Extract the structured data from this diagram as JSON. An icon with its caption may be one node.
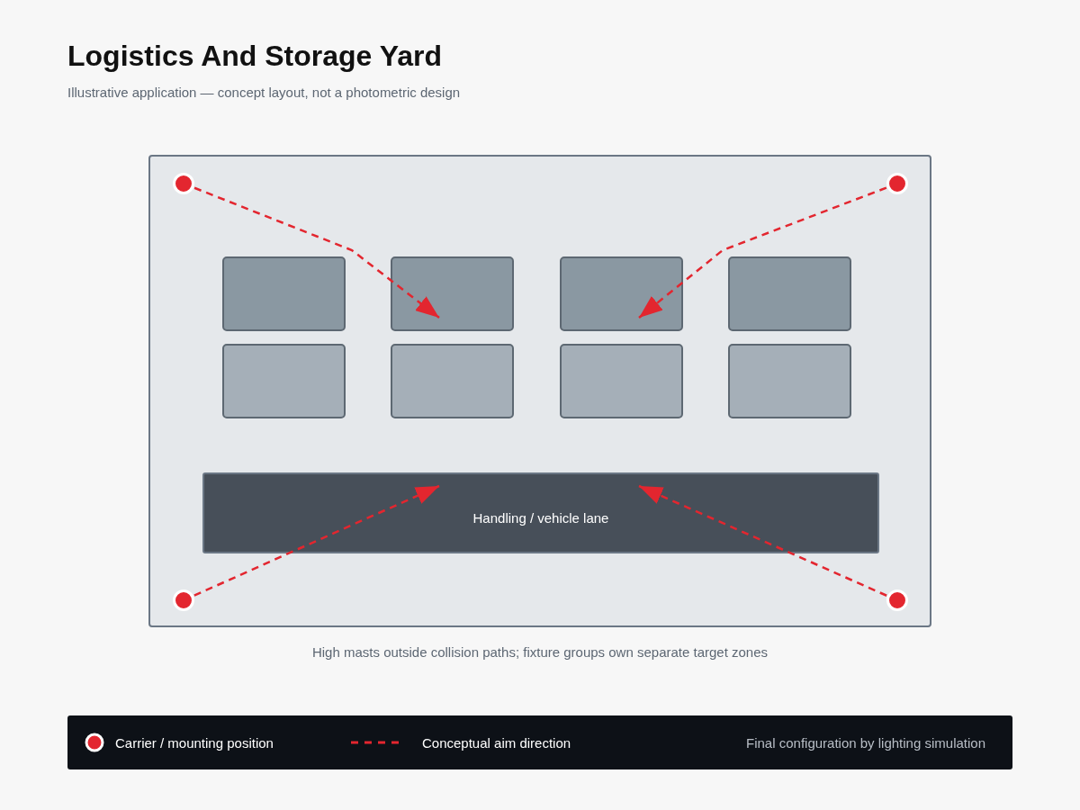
{
  "diagram": {
    "title": "Logistics And Storage Yard",
    "caption": "High masts outside collision paths; fixture groups own separate target zones",
    "nodes": [
      {
        "text": [],
        "shape": "box"
      },
      {
        "text": [],
        "shape": "circle",
        "in": 0
      },
      {
        "text": [],
        "shape": "circle",
        "in": 0
      },
      {
        "text": [],
        "shape": "box",
        "in": 0
      },
      {
        "text": [],
        "shape": "box",
        "in": 0
      },
      {
        "text": [],
        "shape": "box",
        "in": 0
      },
      {
        "text": [],
        "shape": "box",
        "in": 0
      },
      {
        "text": [],
        "shape": "box",
        "in": 0
      },
      {
        "text": [],
        "shape": "box",
        "in": 0
      },
      {
        "text": [],
        "shape": "box",
        "in": 0
      },
      {
        "text": [],
        "shape": "box",
        "in": 0
      },
      {
        "text": [
          "Handling / vehicle lane"
        ],
        "in": 0
      },
      {
        "text": [],
        "shape": "circle",
        "in": 0
      },
      {
        "text": [],
        "shape": "circle",
        "in": 0
      }
    ],
    "edges": [
      {
        "from": 1,
        "to": 4,
        "arrow": "to",
        "style": "dashed"
      },
      {
        "from": 2,
        "to": 5,
        "arrow": "to",
        "style": "dashed"
      },
      {
        "from": 12,
        "to": 11,
        "arrow": "to",
        "style": "dashed"
      },
      {
        "from": 13,
        "to": 11,
        "arrow": "to",
        "style": "dashed"
      }
    ],
    "labels": [
      "Illustrative application — concept layout, not a photometric design",
      "Final configuration by lighting simulation"
    ],
    "legend": [
      {
        "text": "Carrier / mounting position"
      },
      {
        "text": "Conceptual aim direction"
      }
    ]
  }
}
